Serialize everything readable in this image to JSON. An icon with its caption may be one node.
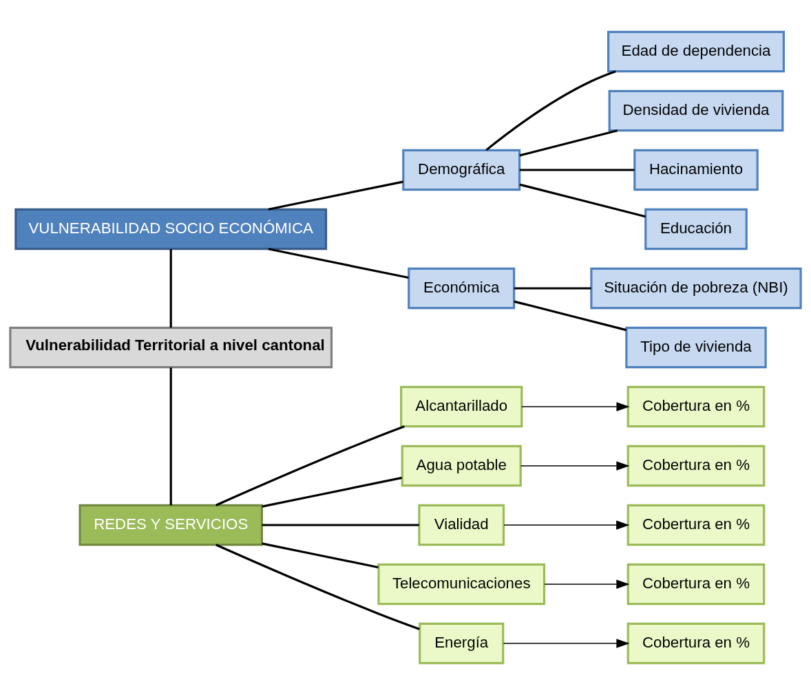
{
  "diagram": {
    "nodes": [
      {
        "text": [
          "VULNERABILIDAD SOCIO ECONÓMICA"
        ]
      },
      {
        "text": [
          "Demográfica"
        ]
      },
      {
        "text": [
          "Edad de dependencia"
        ]
      },
      {
        "text": [
          "Densidad de vivienda"
        ]
      },
      {
        "text": [
          "Hacinamiento"
        ]
      },
      {
        "text": [
          "Educación"
        ]
      },
      {
        "text": [
          "Económica"
        ]
      },
      {
        "text": [
          "Situación de pobreza (NBI)"
        ]
      },
      {
        "text": [
          "Tipo de vivienda"
        ]
      },
      {
        "text": [
          "Vulnerabilidad Territorial a nivel cantonal"
        ]
      },
      {
        "text": [
          "REDES Y SERVICIOS"
        ]
      },
      {
        "text": [
          "Alcantarillado"
        ]
      },
      {
        "text": [
          "Cobertura en %"
        ]
      },
      {
        "text": [
          "Agua potable"
        ]
      },
      {
        "text": [
          "Cobertura en %"
        ]
      },
      {
        "text": [
          "Vialidad"
        ]
      },
      {
        "text": [
          "Cobertura en %"
        ]
      },
      {
        "text": [
          "Telecomunicaciones"
        ]
      },
      {
        "text": [
          "Cobertura en %"
        ]
      },
      {
        "text": [
          "Energía"
        ]
      },
      {
        "text": [
          "Cobertura en %"
        ]
      }
    ],
    "edges": [
      {
        "from": 0,
        "to": 1,
        "arrow": "none"
      },
      {
        "from": 0,
        "to": 6,
        "arrow": "none"
      },
      {
        "from": 1,
        "to": 2,
        "arrow": "none"
      },
      {
        "from": 1,
        "to": 3,
        "arrow": "none"
      },
      {
        "from": 1,
        "to": 4,
        "arrow": "none"
      },
      {
        "from": 1,
        "to": 5,
        "arrow": "none"
      },
      {
        "from": 6,
        "to": 7,
        "arrow": "none"
      },
      {
        "from": 6,
        "to": 8,
        "arrow": "none"
      },
      {
        "from": 0,
        "to": 9,
        "arrow": "none"
      },
      {
        "from": 10,
        "to": 9,
        "arrow": "none"
      },
      {
        "from": 10,
        "to": 11,
        "arrow": "none"
      },
      {
        "from": 10,
        "to": 13,
        "arrow": "none"
      },
      {
        "from": 10,
        "to": 15,
        "arrow": "none"
      },
      {
        "from": 10,
        "to": 17,
        "arrow": "none"
      },
      {
        "from": 10,
        "to": 19,
        "arrow": "none"
      },
      {
        "from": 11,
        "to": 12,
        "arrow": "to"
      },
      {
        "from": 13,
        "to": 14,
        "arrow": "to"
      },
      {
        "from": 15,
        "to": 16,
        "arrow": "to"
      },
      {
        "from": 17,
        "to": 18,
        "arrow": "to"
      },
      {
        "from": 19,
        "to": 20,
        "arrow": "to"
      }
    ]
  }
}
